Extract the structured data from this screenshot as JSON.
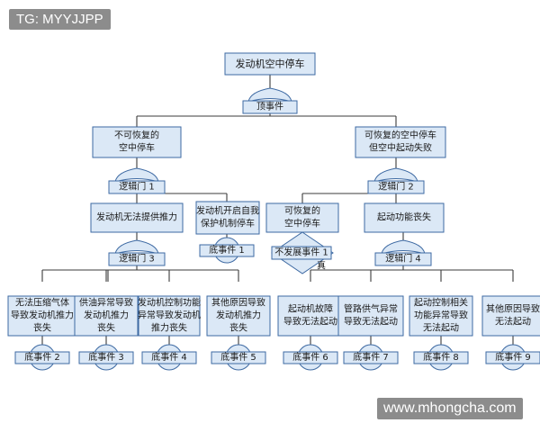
{
  "watermark_top": "TG: MYYJJPP",
  "watermark_bottom": "www.mhongcha.com",
  "top": {
    "event": "发动机空中停车",
    "gate": "顶事件"
  },
  "left_branch": {
    "event": [
      "不可恢复的",
      "空中停车"
    ],
    "gate": "逻辑门 1",
    "sub_event": "发动机无法提供推力",
    "side_event": [
      "发动机开启自我",
      "保护机制停车"
    ],
    "side_basic": "底事件 1",
    "gate3": "逻辑门 3",
    "leaves": [
      {
        "text": [
          "无法压缩气体",
          "导致发动机推力",
          "丧失"
        ],
        "basic": "底事件 2"
      },
      {
        "text": [
          "供油异常导致",
          "发动机推力",
          "丧失"
        ],
        "basic": "底事件 3"
      },
      {
        "text": [
          "发动机控制功能",
          "异常导致发动机",
          "推力丧失"
        ],
        "basic": "底事件 4"
      },
      {
        "text": [
          "其他原因导致",
          "发动机推力",
          "丧失"
        ],
        "basic": "底事件 5"
      }
    ]
  },
  "right_branch": {
    "event": [
      "可恢复的空中停车",
      "但空中起动失败"
    ],
    "gate": "逻辑门 2",
    "side_event": [
      "可恢复的",
      "空中停车"
    ],
    "undeveloped": "不发展事件 1",
    "true_label": "真",
    "sub_event": "起动功能丧失",
    "gate4": "逻辑门 4",
    "leaves": [
      {
        "text": [
          "起动机故障",
          "导致无法起动"
        ],
        "basic": "底事件 6"
      },
      {
        "text": [
          "管路供气异常",
          "导致无法起动"
        ],
        "basic": "底事件 7"
      },
      {
        "text": [
          "起动控制相关",
          "功能异常导致",
          "无法起动"
        ],
        "basic": "底事件 8"
      },
      {
        "text": [
          "其他原因导致",
          "无法起动"
        ],
        "basic": "底事件 9"
      }
    ]
  },
  "colors": {
    "box_fill": "#dbe8f6",
    "box_stroke": "#3e6aa3",
    "line": "#3b3b3b",
    "text": "#1a1a1a",
    "watermark_bg": "#8c8c8c"
  }
}
